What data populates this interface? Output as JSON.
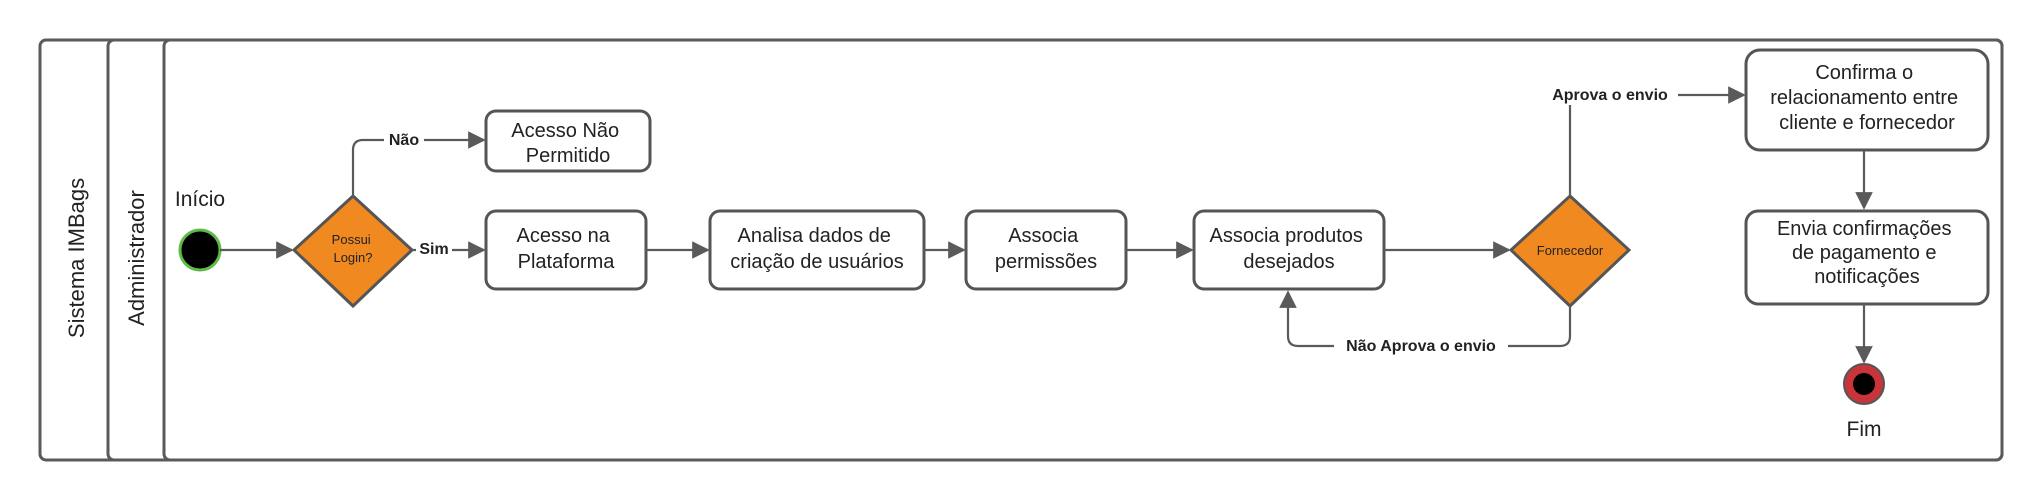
{
  "lanes": {
    "outer": "Sistema IMBags",
    "inner": "Administrador"
  },
  "nodes": {
    "start": "Início",
    "decision_login": [
      "Possui",
      "Login?"
    ],
    "access_denied": [
      "Acesso Não",
      "Permitido"
    ],
    "access_platform": [
      "Acesso na",
      "Plataforma"
    ],
    "analyze_data": [
      "Analisa dados de",
      "criação de usuários"
    ],
    "assign_permissions": [
      "Associa",
      "permissões"
    ],
    "assign_products": [
      "Associa produtos",
      "desejados"
    ],
    "decision_supplier": "Fornecedor",
    "confirm_relationship": [
      "Confirma o",
      "relacionamento entre",
      "cliente e fornecedor"
    ],
    "send_confirmations": [
      "Envia confirmações",
      "de pagamento e",
      "notificações"
    ],
    "end": "Fim"
  },
  "edges": {
    "no": "Não",
    "yes": "Sim",
    "approve": "Aprova o envio",
    "not_approve": "Não Aprova o envio"
  },
  "colors": {
    "decision_fill": "#F0891F",
    "start_fill": "#000000",
    "start_ring": "#5DBB46",
    "end_ring": "#C9343B"
  }
}
